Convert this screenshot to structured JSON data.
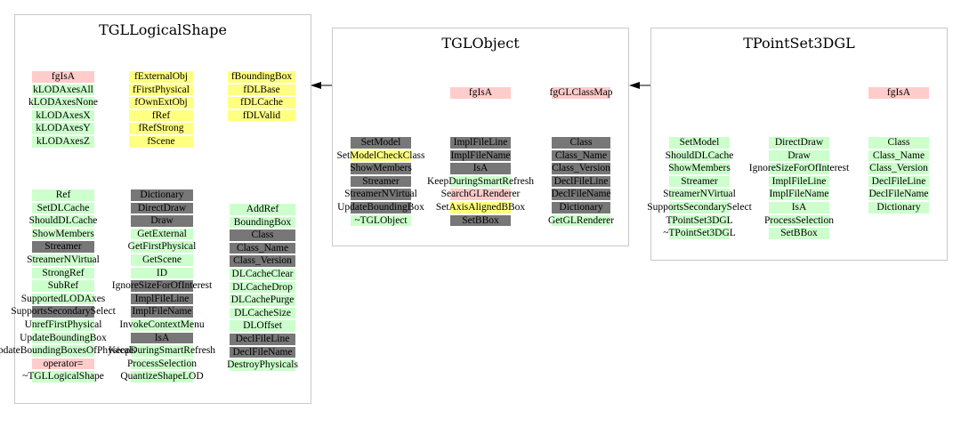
{
  "colors": {
    "green": "#ccffcc",
    "gray": "#777777",
    "yellow": "#ffff80",
    "pink": "#ffcccc",
    "border": "#c8c8c8"
  },
  "classes": {
    "tgllogicalshape": {
      "title": "TGLLogicalShape",
      "data_col1": [
        {
          "name": "fgIsA",
          "c": "p"
        },
        {
          "name": "kLODAxesAll",
          "c": "g"
        },
        {
          "name": "kLODAxesNone",
          "c": "g"
        },
        {
          "name": "kLODAxesX",
          "c": "g"
        },
        {
          "name": "kLODAxesY",
          "c": "g"
        },
        {
          "name": "kLODAxesZ",
          "c": "g"
        }
      ],
      "data_col2": [
        {
          "name": "fExternalObj",
          "c": "y"
        },
        {
          "name": "fFirstPhysical",
          "c": "y"
        },
        {
          "name": "fOwnExtObj",
          "c": "y"
        },
        {
          "name": "fRef",
          "c": "y"
        },
        {
          "name": "fRefStrong",
          "c": "y"
        },
        {
          "name": "fScene",
          "c": "y"
        }
      ],
      "data_col3": [
        {
          "name": "fBoundingBox",
          "c": "y"
        },
        {
          "name": "fDLBase",
          "c": "y"
        },
        {
          "name": "fDLCache",
          "c": "y"
        },
        {
          "name": "fDLValid",
          "c": "y"
        }
      ],
      "methods_col1": [
        {
          "name": "Ref",
          "c": "g"
        },
        {
          "name": "SetDLCache",
          "c": "g"
        },
        {
          "name": "ShouldDLCache",
          "c": "g"
        },
        {
          "name": "ShowMembers",
          "c": "g"
        },
        {
          "name": "Streamer",
          "c": "d"
        },
        {
          "name": "StreamerNVirtual",
          "c": "g"
        },
        {
          "name": "StrongRef",
          "c": "g"
        },
        {
          "name": "SubRef",
          "c": "g"
        },
        {
          "name": "SupportedLODAxes",
          "c": "g"
        },
        {
          "name": "SupportsSecondarySelect",
          "c": "d"
        },
        {
          "name": "UnrefFirstPhysical",
          "c": "g"
        },
        {
          "name": "UpdateBoundingBox",
          "c": "g"
        },
        {
          "name": "UpdateBoundingBoxesOfPhysicals",
          "c": "g"
        },
        {
          "name": "operator=",
          "c": "p"
        },
        {
          "name": "~TGLLogicalShape",
          "c": "g"
        }
      ],
      "methods_col2": [
        {
          "name": "Dictionary",
          "c": "d"
        },
        {
          "name": "DirectDraw",
          "c": "d"
        },
        {
          "name": "Draw",
          "c": "d"
        },
        {
          "name": "GetExternal",
          "c": "g"
        },
        {
          "name": "GetFirstPhysical",
          "c": "g"
        },
        {
          "name": "GetScene",
          "c": "g"
        },
        {
          "name": "ID",
          "c": "g"
        },
        {
          "name": "IgnoreSizeForOfInterest",
          "c": "d"
        },
        {
          "name": "ImplFileLine",
          "c": "d"
        },
        {
          "name": "ImplFileName",
          "c": "d"
        },
        {
          "name": "InvokeContextMenu",
          "c": "g"
        },
        {
          "name": "IsA",
          "c": "d"
        },
        {
          "name": "KeepDuringSmartRefresh",
          "c": "g"
        },
        {
          "name": "ProcessSelection",
          "c": "g"
        },
        {
          "name": "QuantizeShapeLOD",
          "c": "g"
        }
      ],
      "methods_col3": [
        {
          "name": "AddRef",
          "c": "g"
        },
        {
          "name": "BoundingBox",
          "c": "g"
        },
        {
          "name": "Class",
          "c": "d"
        },
        {
          "name": "Class_Name",
          "c": "d"
        },
        {
          "name": "Class_Version",
          "c": "d"
        },
        {
          "name": "DLCacheClear",
          "c": "g"
        },
        {
          "name": "DLCacheDrop",
          "c": "g"
        },
        {
          "name": "DLCachePurge",
          "c": "g"
        },
        {
          "name": "DLCacheSize",
          "c": "g"
        },
        {
          "name": "DLOffset",
          "c": "g"
        },
        {
          "name": "DeclFileLine",
          "c": "d"
        },
        {
          "name": "DeclFileName",
          "c": "d"
        },
        {
          "name": "DestroyPhysicals",
          "c": "g"
        }
      ]
    },
    "tglobject": {
      "title": "TGLObject",
      "data_col1": [
        {
          "name": "fgIsA",
          "c": "p"
        }
      ],
      "data_col2": [
        {
          "name": "fgGLClassMap",
          "c": "p"
        }
      ],
      "methods_col1": [
        {
          "name": "SetModel",
          "c": "d"
        },
        {
          "name": "SetModelCheckClass",
          "c": "y"
        },
        {
          "name": "ShowMembers",
          "c": "d"
        },
        {
          "name": "Streamer",
          "c": "d"
        },
        {
          "name": "StreamerNVirtual",
          "c": "d"
        },
        {
          "name": "UpdateBoundingBox",
          "c": "d"
        },
        {
          "name": "~TGLObject",
          "c": "g"
        }
      ],
      "methods_col2": [
        {
          "name": "ImplFileLine",
          "c": "d"
        },
        {
          "name": "ImplFileName",
          "c": "d"
        },
        {
          "name": "IsA",
          "c": "d"
        },
        {
          "name": "KeepDuringSmartRefresh",
          "c": "g"
        },
        {
          "name": "SearchGLRenderer",
          "c": "p"
        },
        {
          "name": "SetAxisAlignedBBox",
          "c": "y"
        },
        {
          "name": "SetBBox",
          "c": "d"
        }
      ],
      "methods_col3": [
        {
          "name": "Class",
          "c": "d"
        },
        {
          "name": "Class_Name",
          "c": "d"
        },
        {
          "name": "Class_Version",
          "c": "d"
        },
        {
          "name": "DeclFileLine",
          "c": "d"
        },
        {
          "name": "DeclFileName",
          "c": "d"
        },
        {
          "name": "Dictionary",
          "c": "d"
        },
        {
          "name": "GetGLRenderer",
          "c": "g"
        }
      ]
    },
    "tpointset3dgl": {
      "title": "TPointSet3DGL",
      "data_col1": [
        {
          "name": "fgIsA",
          "c": "p"
        }
      ],
      "methods_col1": [
        {
          "name": "SetModel",
          "c": "g"
        },
        {
          "name": "ShouldDLCache",
          "c": "g"
        },
        {
          "name": "ShowMembers",
          "c": "g"
        },
        {
          "name": "Streamer",
          "c": "g"
        },
        {
          "name": "StreamerNVirtual",
          "c": "g"
        },
        {
          "name": "SupportsSecondarySelect",
          "c": "g"
        },
        {
          "name": "TPointSet3DGL",
          "c": "g"
        },
        {
          "name": "~TPointSet3DGL",
          "c": "g"
        }
      ],
      "methods_col2": [
        {
          "name": "DirectDraw",
          "c": "g"
        },
        {
          "name": "Draw",
          "c": "g"
        },
        {
          "name": "IgnoreSizeForOfInterest",
          "c": "g"
        },
        {
          "name": "ImplFileLine",
          "c": "g"
        },
        {
          "name": "ImplFileName",
          "c": "g"
        },
        {
          "name": "IsA",
          "c": "g"
        },
        {
          "name": "ProcessSelection",
          "c": "g"
        },
        {
          "name": "SetBBox",
          "c": "g"
        }
      ],
      "methods_col3": [
        {
          "name": "Class",
          "c": "g"
        },
        {
          "name": "Class_Name",
          "c": "g"
        },
        {
          "name": "Class_Version",
          "c": "g"
        },
        {
          "name": "DeclFileLine",
          "c": "g"
        },
        {
          "name": "DeclFileName",
          "c": "g"
        },
        {
          "name": "Dictionary",
          "c": "g"
        }
      ]
    }
  }
}
